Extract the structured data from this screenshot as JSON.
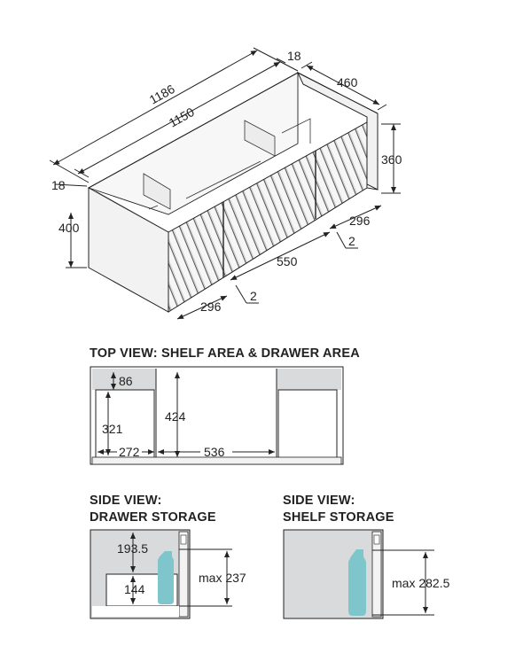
{
  "iso": {
    "total_width": "1186",
    "inner_width": "1150",
    "end_panel_top": "18",
    "end_panel_left": "18",
    "depth": "460",
    "inner_height": "360",
    "height": "400",
    "side_drawer_right": "296",
    "gap_right": "2",
    "center_drawer": "550",
    "gap_left": "2",
    "side_drawer_left": "296"
  },
  "top_view": {
    "heading": "TOP VIEW: SHELF AREA & DRAWER AREA",
    "d86": "86",
    "d424": "424",
    "d321": "321",
    "d272": "272",
    "d536": "536"
  },
  "side_drawer": {
    "heading_line1": "SIDE VIEW:",
    "heading_line2": "DRAWER STORAGE",
    "d193": "193.5",
    "d144": "144",
    "max": "max 237"
  },
  "side_shelf": {
    "heading_line1": "SIDE VIEW:",
    "heading_line2": "SHELF STORAGE",
    "max": "max 282.5"
  },
  "colors": {
    "line": "#222222",
    "panel_grey": "#d9dadb",
    "cabinet_face": "#f4f4f4",
    "bottle": "#7fc6cc"
  }
}
